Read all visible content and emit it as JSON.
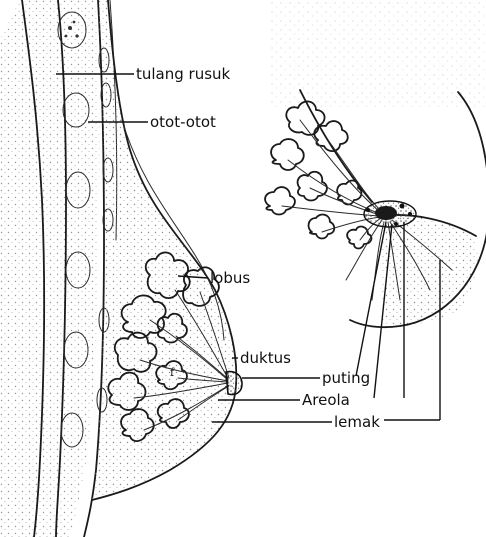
{
  "labels": {
    "tulang_rusuk": "tulang rusuk",
    "otot_otot": "otot-otot",
    "lobus": "lobus",
    "duktus": "duktus",
    "puting": "puting",
    "areola": "Areola",
    "lemak": "lemak"
  },
  "colors": {
    "ink": "#111111",
    "background": "#ffffff",
    "stipple": "#9a9a9a"
  }
}
